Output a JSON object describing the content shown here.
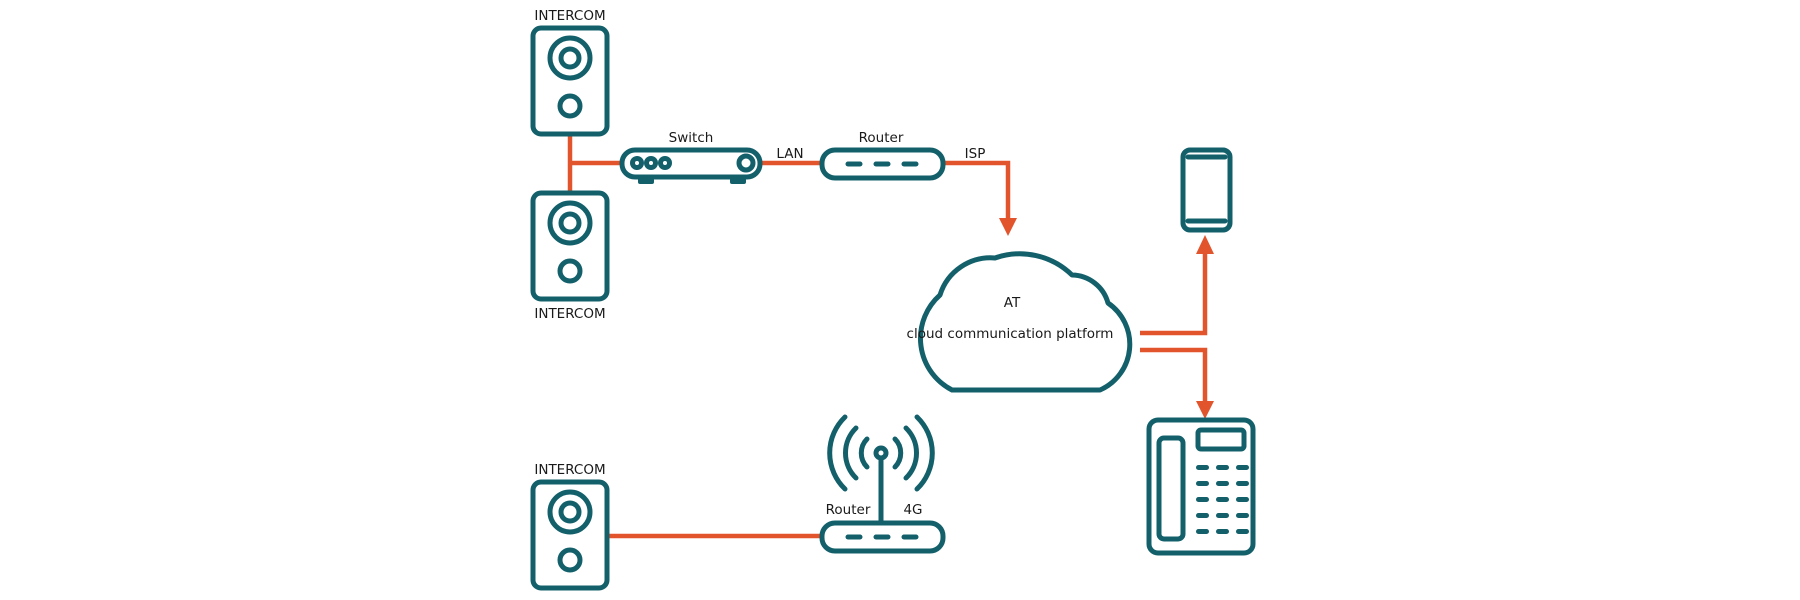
{
  "labels": {
    "intercom_top": "INTERCOM",
    "intercom_middle": "INTERCOM",
    "intercom_bottom": "INTERCOM",
    "switch": "Switch",
    "lan": "LAN",
    "router_top": "Router",
    "isp": "ISP",
    "cloud_name": "AT",
    "cloud_description": "cloud communication platform",
    "router_bottom": "Router",
    "mobile_network": "4G"
  },
  "colors": {
    "device": "#13606b",
    "connection": "#e2552c",
    "background": "#ffffff"
  },
  "icons": [
    "intercom-icon",
    "switch-icon",
    "router-icon",
    "cloud-icon",
    "smartphone-icon",
    "desk-phone-icon",
    "antenna-icon"
  ]
}
